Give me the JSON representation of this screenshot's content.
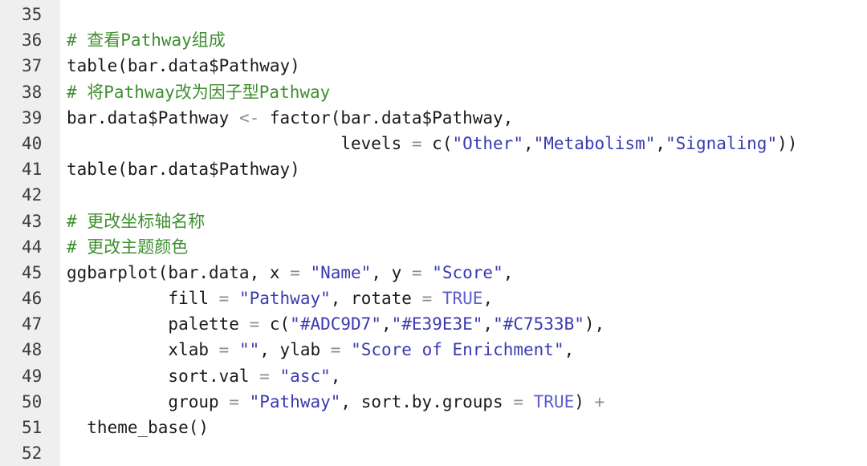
{
  "editor": {
    "language": "R",
    "colors": {
      "gutter_bg": "#efefef",
      "code_bg": "#ffffff",
      "comment": "#3f8f2f",
      "string": "#3a3ab0",
      "constant": "#5b5bd0",
      "operator": "#8c8c8c",
      "text": "#1a1a1a",
      "line_number": "#3c3c3c"
    },
    "lines": [
      {
        "number": "35",
        "tokens": []
      },
      {
        "number": "36",
        "tokens": [
          {
            "t": "# 查看Pathway组成",
            "c": "comment"
          }
        ]
      },
      {
        "number": "37",
        "tokens": [
          {
            "t": "table(bar.data$Pathway)",
            "c": "plain"
          }
        ]
      },
      {
        "number": "38",
        "tokens": [
          {
            "t": "# 将Pathway改为因子型Pathway",
            "c": "comment"
          }
        ]
      },
      {
        "number": "39",
        "tokens": [
          {
            "t": "bar.data$Pathway ",
            "c": "plain"
          },
          {
            "t": "<-",
            "c": "op"
          },
          {
            "t": " factor(bar.data$Pathway,",
            "c": "plain"
          }
        ]
      },
      {
        "number": "40",
        "tokens": [
          {
            "t": "                           levels ",
            "c": "plain"
          },
          {
            "t": "=",
            "c": "op"
          },
          {
            "t": " c(",
            "c": "plain"
          },
          {
            "t": "\"Other\"",
            "c": "string"
          },
          {
            "t": ",",
            "c": "plain"
          },
          {
            "t": "\"Metabolism\"",
            "c": "string"
          },
          {
            "t": ",",
            "c": "plain"
          },
          {
            "t": "\"Signaling\"",
            "c": "string"
          },
          {
            "t": "))",
            "c": "plain"
          }
        ]
      },
      {
        "number": "41",
        "tokens": [
          {
            "t": "table(bar.data$Pathway)",
            "c": "plain"
          }
        ]
      },
      {
        "number": "42",
        "tokens": []
      },
      {
        "number": "43",
        "tokens": [
          {
            "t": "# 更改坐标轴名称",
            "c": "comment"
          }
        ]
      },
      {
        "number": "44",
        "tokens": [
          {
            "t": "# 更改主题颜色",
            "c": "comment"
          }
        ]
      },
      {
        "number": "45",
        "tokens": [
          {
            "t": "ggbarplot(bar.data, x ",
            "c": "plain"
          },
          {
            "t": "=",
            "c": "op"
          },
          {
            "t": " ",
            "c": "plain"
          },
          {
            "t": "\"Name\"",
            "c": "string"
          },
          {
            "t": ", y ",
            "c": "plain"
          },
          {
            "t": "=",
            "c": "op"
          },
          {
            "t": " ",
            "c": "plain"
          },
          {
            "t": "\"Score\"",
            "c": "string"
          },
          {
            "t": ",",
            "c": "plain"
          }
        ]
      },
      {
        "number": "46",
        "tokens": [
          {
            "t": "          fill ",
            "c": "plain"
          },
          {
            "t": "=",
            "c": "op"
          },
          {
            "t": " ",
            "c": "plain"
          },
          {
            "t": "\"Pathway\"",
            "c": "string"
          },
          {
            "t": ", rotate ",
            "c": "plain"
          },
          {
            "t": "=",
            "c": "op"
          },
          {
            "t": " ",
            "c": "plain"
          },
          {
            "t": "TRUE",
            "c": "const"
          },
          {
            "t": ",",
            "c": "plain"
          }
        ]
      },
      {
        "number": "47",
        "tokens": [
          {
            "t": "          palette ",
            "c": "plain"
          },
          {
            "t": "=",
            "c": "op"
          },
          {
            "t": " c(",
            "c": "plain"
          },
          {
            "t": "\"#ADC9D7\"",
            "c": "string"
          },
          {
            "t": ",",
            "c": "plain"
          },
          {
            "t": "\"#E39E3E\"",
            "c": "string"
          },
          {
            "t": ",",
            "c": "plain"
          },
          {
            "t": "\"#C7533B\"",
            "c": "string"
          },
          {
            "t": "),",
            "c": "plain"
          }
        ]
      },
      {
        "number": "48",
        "tokens": [
          {
            "t": "          xlab ",
            "c": "plain"
          },
          {
            "t": "=",
            "c": "op"
          },
          {
            "t": " ",
            "c": "plain"
          },
          {
            "t": "\"\"",
            "c": "string"
          },
          {
            "t": ", ylab ",
            "c": "plain"
          },
          {
            "t": "=",
            "c": "op"
          },
          {
            "t": " ",
            "c": "plain"
          },
          {
            "t": "\"Score of Enrichment\"",
            "c": "string"
          },
          {
            "t": ",",
            "c": "plain"
          }
        ]
      },
      {
        "number": "49",
        "tokens": [
          {
            "t": "          sort.val ",
            "c": "plain"
          },
          {
            "t": "=",
            "c": "op"
          },
          {
            "t": " ",
            "c": "plain"
          },
          {
            "t": "\"asc\"",
            "c": "string"
          },
          {
            "t": ",",
            "c": "plain"
          }
        ]
      },
      {
        "number": "50",
        "tokens": [
          {
            "t": "          group ",
            "c": "plain"
          },
          {
            "t": "=",
            "c": "op"
          },
          {
            "t": " ",
            "c": "plain"
          },
          {
            "t": "\"Pathway\"",
            "c": "string"
          },
          {
            "t": ", sort.by.groups ",
            "c": "plain"
          },
          {
            "t": "=",
            "c": "op"
          },
          {
            "t": " ",
            "c": "plain"
          },
          {
            "t": "TRUE",
            "c": "const"
          },
          {
            "t": ") ",
            "c": "plain"
          },
          {
            "t": "+",
            "c": "op"
          }
        ]
      },
      {
        "number": "51",
        "tokens": [
          {
            "t": "  theme_base()",
            "c": "plain"
          }
        ]
      },
      {
        "number": "52",
        "tokens": []
      }
    ]
  }
}
